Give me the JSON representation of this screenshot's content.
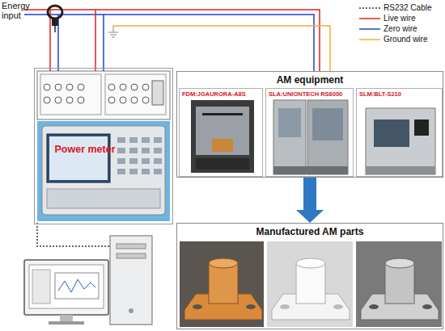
{
  "diagram": {
    "nodes": [
      {
        "text": [
          "Power meter"
        ]
      },
      {
        "text": [
          "AM equipment"
        ]
      },
      {
        "text": [
          "FDM:JGAURORA-A8S"
        ],
        "in": 1
      },
      {
        "text": [
          "SLA:UNIONTECH RS6000"
        ],
        "in": 1
      },
      {
        "text": [
          "SLM:BLT-S210"
        ],
        "in": 1
      },
      {
        "text": [
          "Manufactured AM parts"
        ]
      }
    ],
    "edges": [
      {
        "from": 1,
        "to": 5,
        "arrow": "to"
      }
    ],
    "labels": [
      "Energy input"
    ],
    "legend": [
      {
        "text": "RS232 Cable"
      },
      {
        "text": "Live wire"
      },
      {
        "text": "Zero wire"
      },
      {
        "text": "Ground wire"
      }
    ]
  }
}
